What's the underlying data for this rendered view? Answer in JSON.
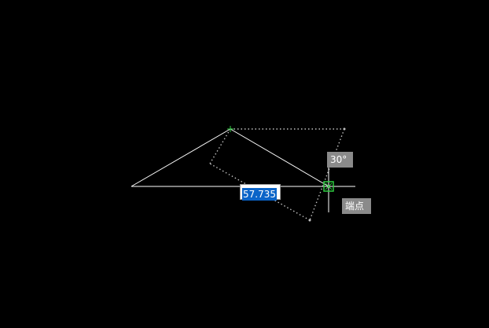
{
  "canvas": {
    "background": "#000000",
    "geometry_color": "#ffffff",
    "snap_color": "#2ecc40"
  },
  "dynamic_input": {
    "length_value": "57.735",
    "selection_color": "#0a64c8"
  },
  "tooltips": {
    "angle": "30°",
    "osnap": "端点",
    "background": "#8a8a8a"
  },
  "icons": {
    "endpoint_marker": "endpoint-snap-icon",
    "vertex_marker": "plus-icon"
  }
}
